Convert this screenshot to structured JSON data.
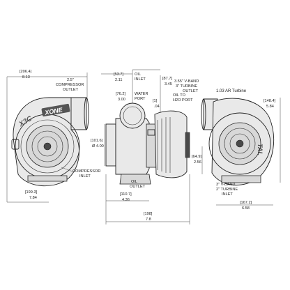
{
  "dimensions": {
    "left_width": {
      "mm": "[206.4]",
      "in": "8.13"
    },
    "left_height": {
      "mm": "[199.3]",
      "in": "7.84"
    },
    "oil_inlet_offset": {
      "mm": "[53.7]",
      "in": "2.11"
    },
    "water_port": {
      "mm": "[76.2]",
      "in": "3.00"
    },
    "compressor_inlet_dia": {
      "mm": "[101.6]",
      "in": "Ø 4.00"
    },
    "turbine_outlet_offset": {
      "mm": "[87.7]",
      "in": "3.45"
    },
    "small_1": {
      "mm": "[1]",
      "in": ".04"
    },
    "outlet_height": {
      "mm": "[64.9]",
      "in": "2.56"
    },
    "oil_outlet_offset": {
      "mm": "[110.7]",
      "in": "4.36"
    },
    "overall_length": {
      "mm": "[198]",
      "in": "7.8"
    },
    "turbine_height": {
      "mm": "[148.4]",
      "in": "5.84"
    },
    "turbine_width": {
      "mm": "[167.2]",
      "in": "6.58"
    }
  },
  "labels": {
    "compressor_outlet": [
      "2.5\"",
      "COMPRESSOR",
      "OUTLET"
    ],
    "compressor_inlet": [
      "COMPRESSOR",
      "INLET"
    ],
    "oil_inlet": [
      "OIL",
      "INLET"
    ],
    "water_port": [
      "WATER",
      "PORT"
    ],
    "oil_outlet": [
      "OIL",
      "OUTLET"
    ],
    "turbine_outlet": [
      "3.55\" V-BAND",
      "3\" TURBINE",
      "OUTLET"
    ],
    "oil_to_h2o": [
      "OIL TO",
      "H2O PORT"
    ],
    "ar_turbine": "1.03 AR Turbine",
    "turbine_inlet": [
      "3\" V-BAND",
      "2\" TURBINE",
      "INLET"
    ]
  },
  "logos": {
    "model": "X3C",
    "brand": "XONE",
    "side_brand": "TAL"
  }
}
